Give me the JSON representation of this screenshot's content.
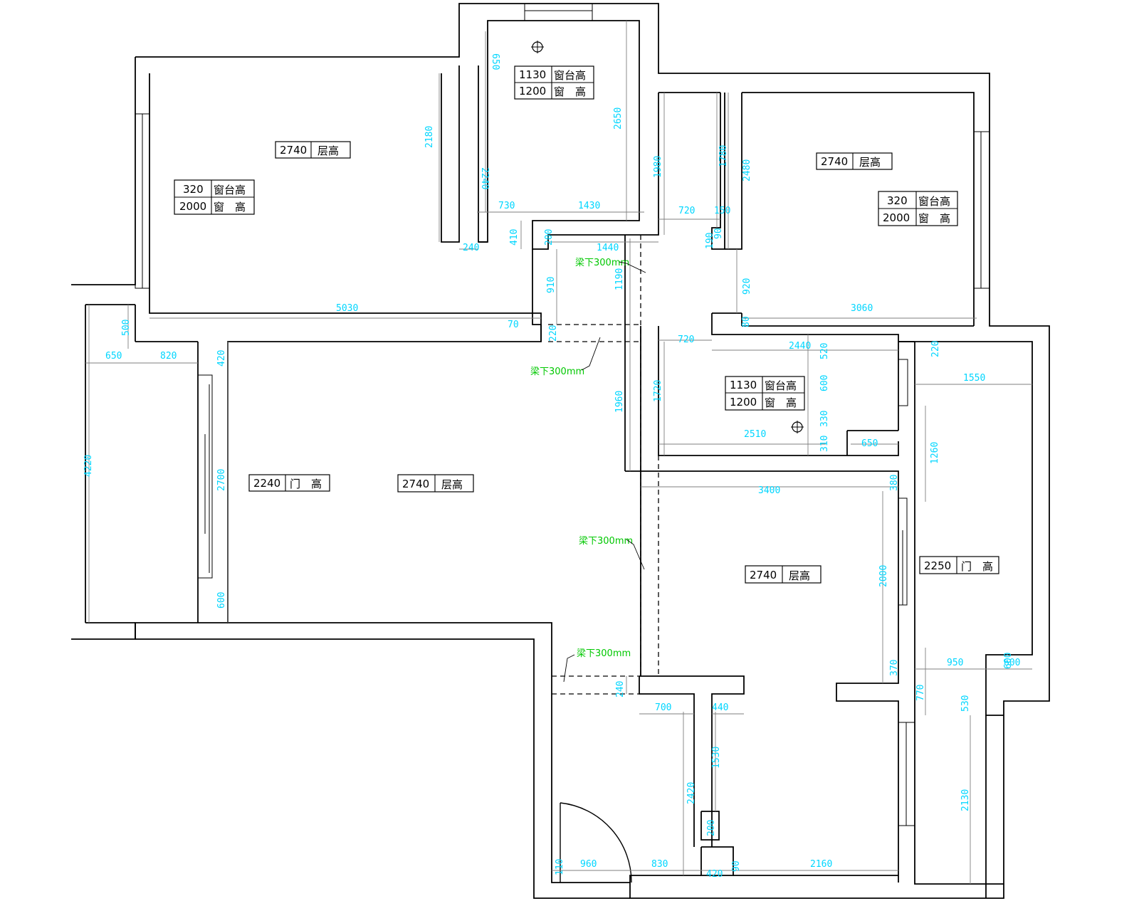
{
  "labels": {
    "ceiling_height": "层高",
    "sill_height": "窗台高",
    "window_height": "窗　高",
    "door_height": "门　高",
    "beam_note": "梁下300mm"
  },
  "rooms": [
    {
      "id": "master-bedroom",
      "ceiling": "2740",
      "sill": "320",
      "window": "2000"
    },
    {
      "id": "bathroom-top",
      "sill": "1130",
      "window": "1200"
    },
    {
      "id": "bedroom-2",
      "ceiling": "2740",
      "sill": "320",
      "window": "2000"
    },
    {
      "id": "bathroom-mid",
      "sill": "1130",
      "window": "1200"
    },
    {
      "id": "living-room",
      "ceiling": "2740",
      "door": "2240"
    },
    {
      "id": "dining-area",
      "ceiling": "2740"
    },
    {
      "id": "side-room",
      "door": "2250"
    }
  ],
  "dimensions": [
    "650",
    "2180",
    "2240",
    "2650",
    "730",
    "1430",
    "240",
    "410",
    "200",
    "1440",
    "910",
    "1190",
    "5030",
    "70",
    "220",
    "720",
    "190",
    "150",
    "90",
    "1980",
    "1780",
    "2480",
    "920",
    "3060",
    "80",
    "720",
    "2440",
    "520",
    "600",
    "330",
    "310",
    "2510",
    "650",
    "1720",
    "1960",
    "500",
    "650",
    "820",
    "420",
    "4220",
    "2700",
    "600",
    "1550",
    "220",
    "1260",
    "3400",
    "380",
    "2000",
    "370",
    "950",
    "600",
    "770",
    "530",
    "2130",
    "240",
    "700",
    "440",
    "1530",
    "2420",
    "960",
    "830",
    "420",
    "2160",
    "110",
    "200",
    "90",
    "600"
  ]
}
